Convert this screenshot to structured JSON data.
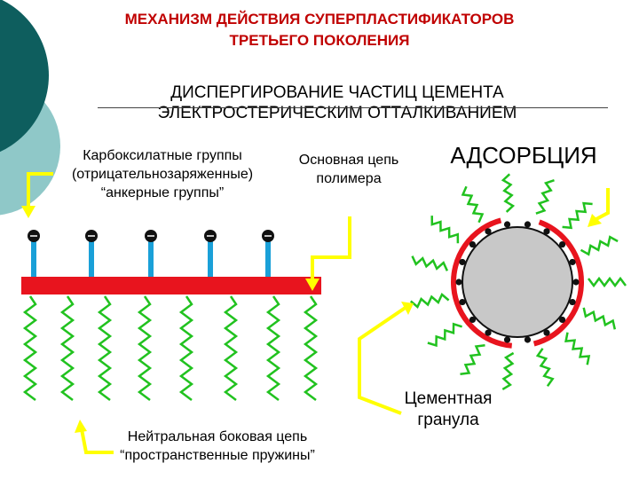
{
  "title": {
    "line1": "МЕХАНИЗМ ДЕЙСТВИЯ СУПЕРПЛАСТИФИКАТОРОВ",
    "line2": "ТРЕТЬЕГО ПОКОЛЕНИЯ"
  },
  "subtitle": {
    "line1": "ДИСПЕРГИРОВАНИЕ ЧАСТИЦ ЦЕМЕНТА",
    "line2": "ЭЛЕКТРОСТЕРИЧЕСКИМ  ОТТАЛКИВАНИЕМ"
  },
  "labels": {
    "carboxyl_line1": "Карбоксилатные группы",
    "carboxyl_line2": "(отрицательнозаряженные)",
    "carboxyl_line3": "“анкерные группы”",
    "chain_line1": "Основная цепь",
    "chain_line2": "полимера",
    "adsorption": "АДСОРБЦИЯ",
    "neutral_line1": "Нейтральная боковая цепь",
    "neutral_line2": "“пространственные пружины”",
    "granule_line1": "Цементная",
    "granule_line2": "гранула"
  },
  "colors": {
    "backbone": "#e8141e",
    "spring": "#21c21f",
    "anchor_stem": "#1aa0d8",
    "arrow": "#ffff00",
    "particle": "#c8c8c8",
    "deco_dark": "#0e5e5e",
    "deco_light": "#8fc8c8"
  }
}
